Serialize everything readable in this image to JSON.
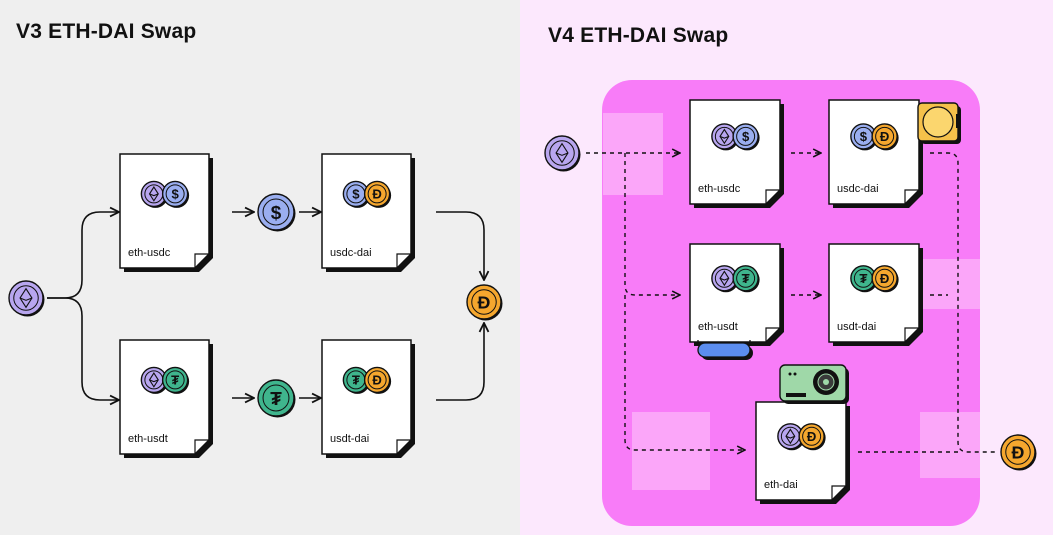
{
  "panels": {
    "v3": {
      "title": "V3 ETH-DAI Swap",
      "bg": "#efefef"
    },
    "v4": {
      "title": "V4 ETH-DAI Swap",
      "bg": "#fce8fd",
      "pool_bg": "#f87cf8"
    }
  },
  "v3_pools": [
    {
      "label": "eth-usdc"
    },
    {
      "label": "usdc-dai"
    },
    {
      "label": "eth-usdt"
    },
    {
      "label": "usdt-dai"
    }
  ],
  "v4_pools": [
    {
      "label": "eth-usdc"
    },
    {
      "label": "usdc-dai"
    },
    {
      "label": "eth-usdt"
    },
    {
      "label": "usdt-dai"
    },
    {
      "label": "eth-dai"
    }
  ],
  "tokens": {
    "eth": {
      "icon": "eth-icon",
      "color": "#b8a6ef",
      "symbol": "◆"
    },
    "usdc": {
      "icon": "usdc-icon",
      "color": "#9aaef0",
      "symbol": "$"
    },
    "usdt": {
      "icon": "usdt-icon",
      "color": "#3fb58d",
      "symbol": "₮"
    },
    "dai": {
      "icon": "dai-icon",
      "color": "#f5a72e",
      "symbol": "Đ"
    }
  },
  "hooks": [
    {
      "icon": "coin-hook-icon",
      "color": "#f5c14a"
    },
    {
      "icon": "pill-hook-icon",
      "color": "#5b8def"
    },
    {
      "icon": "camera-hook-icon",
      "color": "#9fd8a8"
    }
  ]
}
